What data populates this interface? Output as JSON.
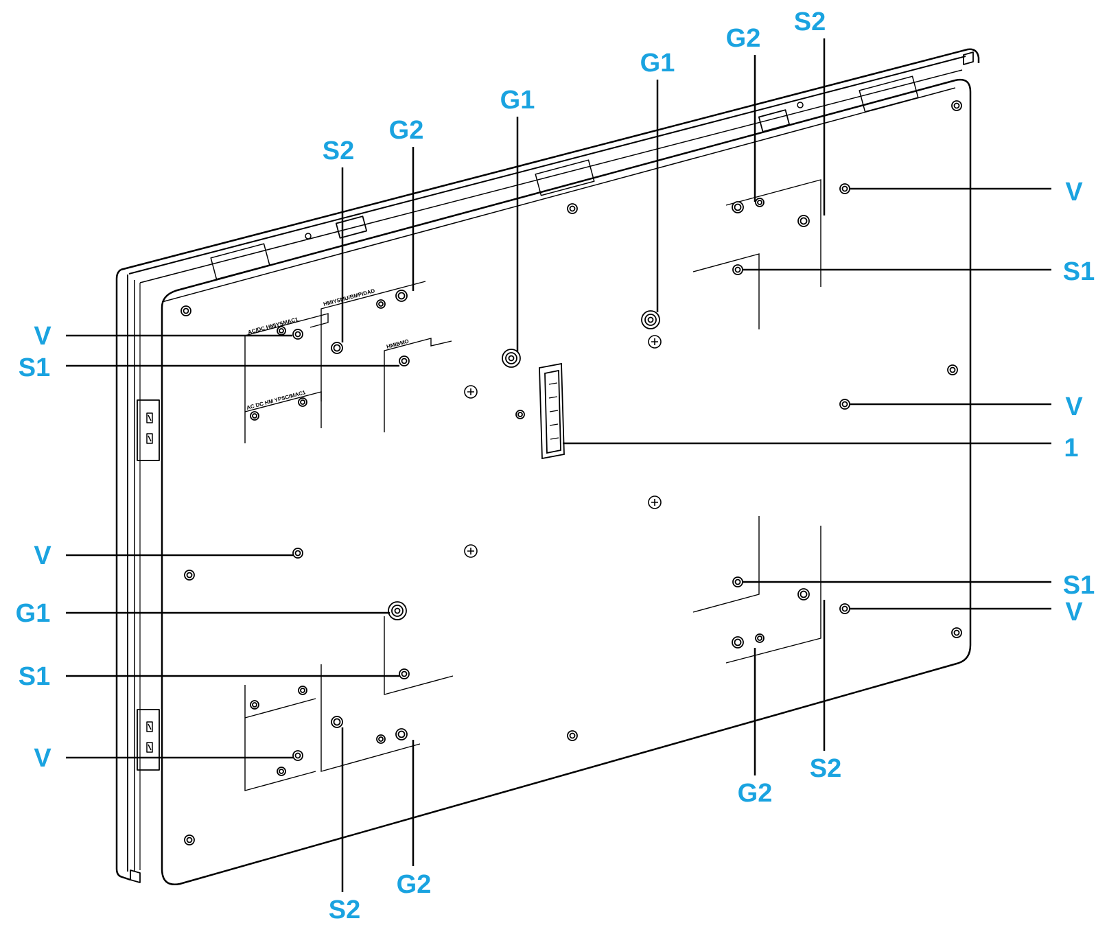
{
  "colors": {
    "callout": "#1aa3e0",
    "line": "#000000",
    "panel_fill": "#ffffff"
  },
  "panel_labels": {
    "label_1": "AC/DC HMIYSMAC1",
    "label_2": "HMIYSMU/BMPIDAD",
    "label_3": "HMIBMO",
    "label_4": "AC DC HM YPSCIMAC1"
  },
  "callouts": {
    "top_g1_left": "G1",
    "top_g1_right": "G1",
    "top_g2_left": "G2",
    "top_g2_right": "G2",
    "top_s2_left": "S2",
    "top_s2_right": "S2",
    "left_v_1": "V",
    "left_s1_1": "S1",
    "left_v_2": "V",
    "left_g1": "G1",
    "left_s1_2": "S1",
    "left_v_3": "V",
    "right_v_1": "V",
    "right_s1_1": "S1",
    "right_v_2": "V",
    "right_1": "1",
    "right_s1_2": "S1",
    "right_v_3": "V",
    "bottom_s2_left": "S2",
    "bottom_g2_left": "G2",
    "bottom_g2_right": "G2",
    "bottom_s2_right": "S2"
  }
}
